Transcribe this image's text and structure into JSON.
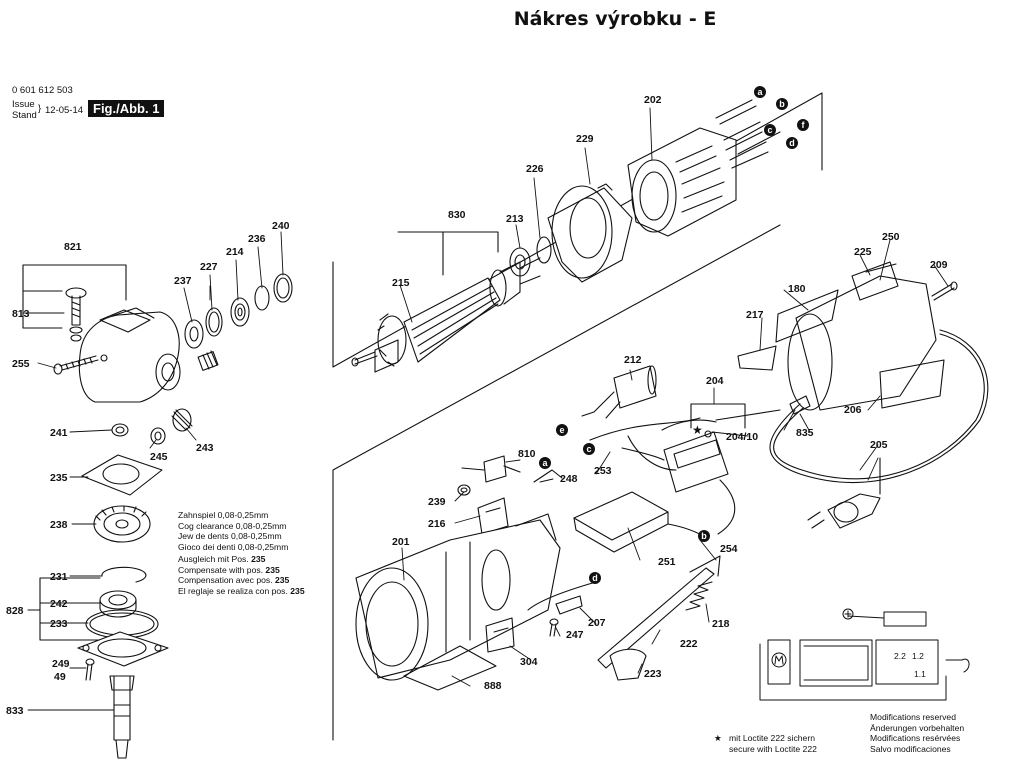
{
  "title": "Nákres výrobku - E",
  "header": {
    "part_number": "0 601 612 503",
    "issue_label_1": "Issue",
    "issue_label_2": "Stand",
    "issue_date": "12-05-14",
    "figure_label": "Fig./Abb. 1"
  },
  "notes": {
    "gear_play": [
      "Zahnspiel 0,08-0,25mm",
      "Cog clearance 0,08-0,25mm",
      "Jew de dents 0,08-0,25mm",
      "Gioco dei denti 0,08-0,25mm"
    ],
    "compensate": [
      {
        "text": "Ausgleich mit Pos. ",
        "pos": "235"
      },
      {
        "text": "Compensate with pos. ",
        "pos": "235"
      },
      {
        "text": "Compensation avec pos. ",
        "pos": "235"
      },
      {
        "text": "El reglaje se realiza con pos. ",
        "pos": "235"
      }
    ],
    "loctite": [
      "mit Loctite 222 sichern",
      "secure with Loctite 222"
    ],
    "modifications": [
      "Modifications reserved",
      "Änderungen vorbehalten",
      "Modifications resérvées",
      "Salvo modificaciones"
    ]
  },
  "wiring_labels": {
    "a": "2.2",
    "b": "1.2",
    "c": "1.1"
  },
  "connector_letters": [
    "a",
    "b",
    "c",
    "d",
    "e",
    "f"
  ],
  "part_labels": [
    "821",
    "813",
    "255",
    "237",
    "227",
    "214",
    "236",
    "240",
    "241",
    "245",
    "243",
    "235",
    "238",
    "231",
    "828",
    "242",
    "233",
    "249",
    "49",
    "833",
    "830",
    "213",
    "226",
    "229",
    "202",
    "215",
    "212",
    "204",
    "204/10",
    "810",
    "248",
    "239",
    "216",
    "253",
    "201",
    "251",
    "254",
    "207",
    "247",
    "218",
    "222",
    "223",
    "888",
    "304",
    "217",
    "180",
    "225",
    "250",
    "209",
    "206",
    "835",
    "205"
  ],
  "colors": {
    "ink": "#111111",
    "paper": "#ffffff"
  }
}
